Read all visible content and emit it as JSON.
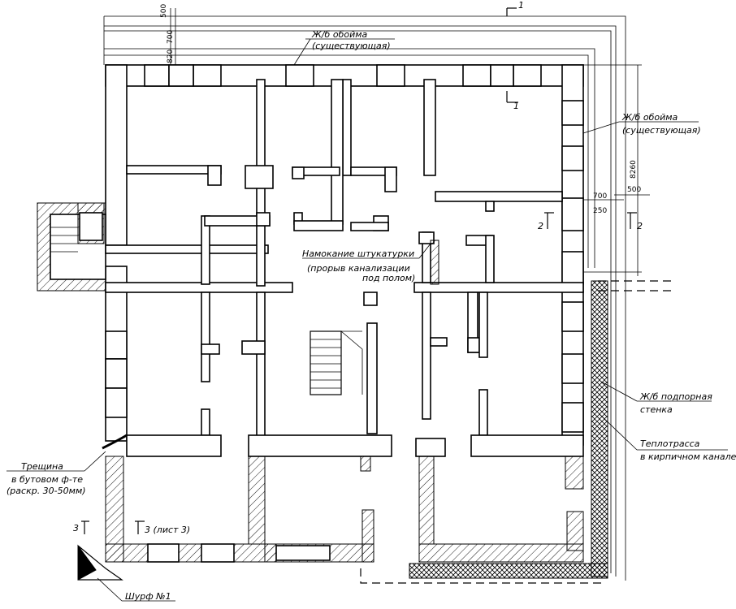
{
  "labels": {
    "jacket_top_line1": "Ж/б обойма",
    "jacket_top_line2": "(существующая)",
    "jacket_right_line1": "Ж/б обойма",
    "jacket_right_line2": "(существующая)",
    "damp_line1": "Намокание штукатурки",
    "damp_line2": "(прорыв канализации",
    "damp_line3": "под полом)",
    "retaining_line1": "Ж/б подпорная",
    "retaining_line2": "стенка",
    "heat_line1": "Теплотрасса",
    "heat_line2": "в кирпичном канале",
    "crack_line1": "Трещина",
    "crack_line2": "в бутовом ф-те",
    "crack_line3": "(раскр. 30-50мм)",
    "pit": "Шурф №1"
  },
  "sections": {
    "s1_top": "1",
    "s1_inner": "1",
    "s2_left": "2",
    "s2_right": "2",
    "s3_left": "3",
    "s3_ref": "3 (лист 3)"
  },
  "dimensions": {
    "top_500": "500",
    "top_700": "700",
    "top_820": "820",
    "right_700": "700",
    "right_500": "500",
    "right_250": "250",
    "right_8260": "8260"
  }
}
